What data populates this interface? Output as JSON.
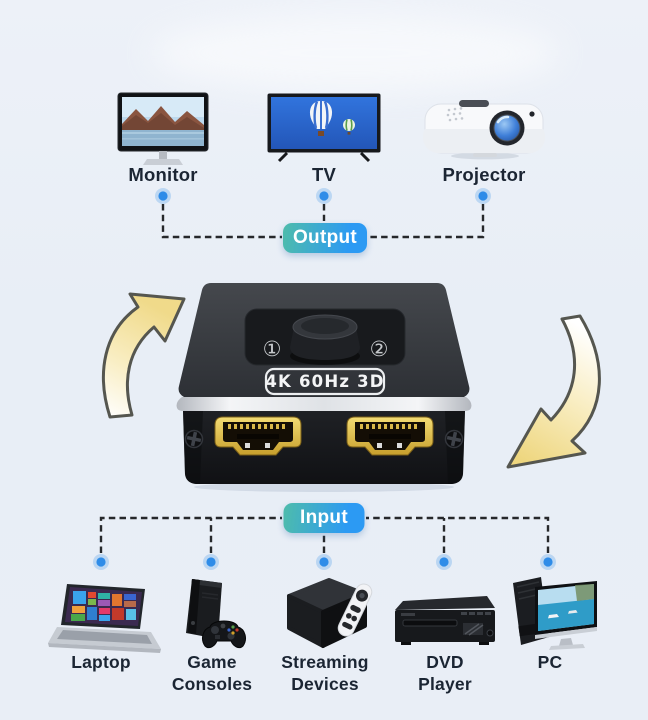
{
  "scene": {
    "background": "#e9eef6"
  },
  "output_group": {
    "badge_label": "Output",
    "devices": [
      {
        "icon": "monitor-icon",
        "label": "Monitor"
      },
      {
        "icon": "tv-icon",
        "label": "TV"
      },
      {
        "icon": "projector-icon",
        "label": "Projector"
      }
    ]
  },
  "switcher": {
    "port1_label": "①",
    "port2_label": "②",
    "spec_label": "4K 60Hz 3D"
  },
  "input_group": {
    "badge_label": "Input",
    "devices": [
      {
        "icon": "laptop-icon",
        "label": "Laptop"
      },
      {
        "icon": "game-consoles-icon",
        "label": "Game\nConsoles"
      },
      {
        "icon": "streaming-devices-icon",
        "label": "Streaming\nDevices"
      },
      {
        "icon": "dvd-player-icon",
        "label": "DVD\nPlayer"
      },
      {
        "icon": "pc-icon",
        "label": "PC"
      }
    ]
  },
  "colors": {
    "badge_gradient_start": "#4ebcab",
    "badge_gradient_end": "#2c9af3",
    "connector_line": "#26282b",
    "dot_core": "#2f8ce8",
    "dot_halo": "#9cc6f0",
    "arrow_yellow": "#f0da8a",
    "label_text": "#1b2533",
    "device_spec_text": "#f4f5f6"
  }
}
